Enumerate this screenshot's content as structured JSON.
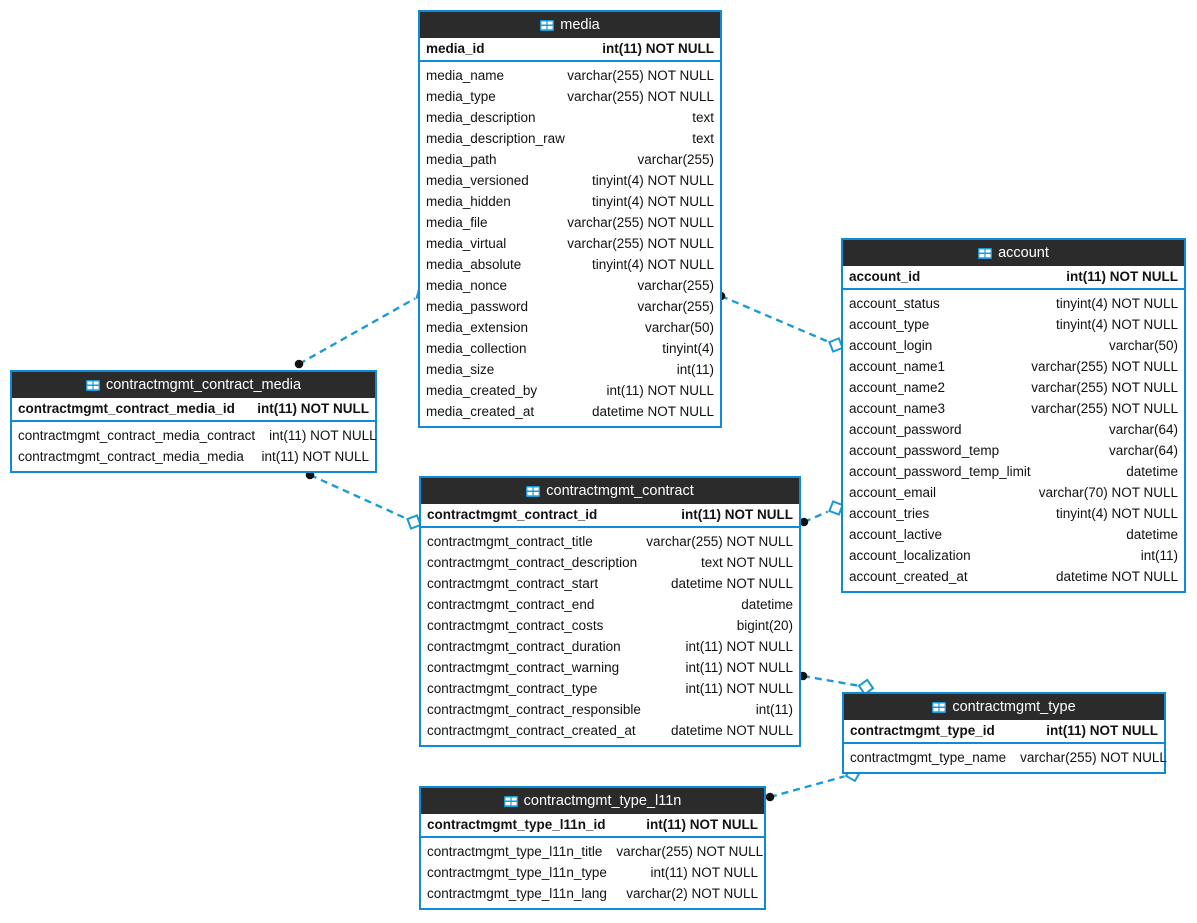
{
  "diagram": {
    "kind": "entity-relationship-diagram",
    "colors": {
      "header_bg": "#2b2b2b",
      "header_text": "#ffffff",
      "border": "#0d8bd9",
      "link": "#1b9ad6",
      "text": "#111111",
      "background": "#ffffff"
    },
    "icon": "table-icon"
  },
  "entities": [
    {
      "id": "media",
      "name": "media",
      "primary_key": {
        "name": "media_id",
        "type": "int(11) NOT NULL"
      },
      "columns": [
        {
          "name": "media_name",
          "type": "varchar(255) NOT NULL"
        },
        {
          "name": "media_type",
          "type": "varchar(255) NOT NULL"
        },
        {
          "name": "media_description",
          "type": "text"
        },
        {
          "name": "media_description_raw",
          "type": "text"
        },
        {
          "name": "media_path",
          "type": "varchar(255)"
        },
        {
          "name": "media_versioned",
          "type": "tinyint(4) NOT NULL"
        },
        {
          "name": "media_hidden",
          "type": "tinyint(4) NOT NULL"
        },
        {
          "name": "media_file",
          "type": "varchar(255) NOT NULL"
        },
        {
          "name": "media_virtual",
          "type": "varchar(255) NOT NULL"
        },
        {
          "name": "media_absolute",
          "type": "tinyint(4) NOT NULL"
        },
        {
          "name": "media_nonce",
          "type": "varchar(255)"
        },
        {
          "name": "media_password",
          "type": "varchar(255)"
        },
        {
          "name": "media_extension",
          "type": "varchar(50)"
        },
        {
          "name": "media_collection",
          "type": "tinyint(4)"
        },
        {
          "name": "media_size",
          "type": "int(11)"
        },
        {
          "name": "media_created_by",
          "type": "int(11) NOT NULL"
        },
        {
          "name": "media_created_at",
          "type": "datetime NOT NULL"
        }
      ]
    },
    {
      "id": "account",
      "name": "account",
      "primary_key": {
        "name": "account_id",
        "type": "int(11) NOT NULL"
      },
      "columns": [
        {
          "name": "account_status",
          "type": "tinyint(4) NOT NULL"
        },
        {
          "name": "account_type",
          "type": "tinyint(4) NOT NULL"
        },
        {
          "name": "account_login",
          "type": "varchar(50)"
        },
        {
          "name": "account_name1",
          "type": "varchar(255) NOT NULL"
        },
        {
          "name": "account_name2",
          "type": "varchar(255) NOT NULL"
        },
        {
          "name": "account_name3",
          "type": "varchar(255) NOT NULL"
        },
        {
          "name": "account_password",
          "type": "varchar(64)"
        },
        {
          "name": "account_password_temp",
          "type": "varchar(64)"
        },
        {
          "name": "account_password_temp_limit",
          "type": "datetime"
        },
        {
          "name": "account_email",
          "type": "varchar(70) NOT NULL"
        },
        {
          "name": "account_tries",
          "type": "tinyint(4) NOT NULL"
        },
        {
          "name": "account_lactive",
          "type": "datetime"
        },
        {
          "name": "account_localization",
          "type": "int(11)"
        },
        {
          "name": "account_created_at",
          "type": "datetime NOT NULL"
        }
      ]
    },
    {
      "id": "contractmgmt_contract_media",
      "name": "contractmgmt_contract_media",
      "primary_key": {
        "name": "contractmgmt_contract_media_id",
        "type": "int(11) NOT NULL"
      },
      "columns": [
        {
          "name": "contractmgmt_contract_media_contract",
          "type": "int(11) NOT NULL"
        },
        {
          "name": "contractmgmt_contract_media_media",
          "type": "int(11) NOT NULL"
        }
      ]
    },
    {
      "id": "contractmgmt_contract",
      "name": "contractmgmt_contract",
      "primary_key": {
        "name": "contractmgmt_contract_id",
        "type": "int(11) NOT NULL"
      },
      "columns": [
        {
          "name": "contractmgmt_contract_title",
          "type": "varchar(255) NOT NULL"
        },
        {
          "name": "contractmgmt_contract_description",
          "type": "text NOT NULL"
        },
        {
          "name": "contractmgmt_contract_start",
          "type": "datetime NOT NULL"
        },
        {
          "name": "contractmgmt_contract_end",
          "type": "datetime"
        },
        {
          "name": "contractmgmt_contract_costs",
          "type": "bigint(20)"
        },
        {
          "name": "contractmgmt_contract_duration",
          "type": "int(11) NOT NULL"
        },
        {
          "name": "contractmgmt_contract_warning",
          "type": "int(11) NOT NULL"
        },
        {
          "name": "contractmgmt_contract_type",
          "type": "int(11) NOT NULL"
        },
        {
          "name": "contractmgmt_contract_responsible",
          "type": "int(11)"
        },
        {
          "name": "contractmgmt_contract_created_at",
          "type": "datetime NOT NULL"
        }
      ]
    },
    {
      "id": "contractmgmt_type",
      "name": "contractmgmt_type",
      "primary_key": {
        "name": "contractmgmt_type_id",
        "type": "int(11) NOT NULL"
      },
      "columns": [
        {
          "name": "contractmgmt_type_name",
          "type": "varchar(255) NOT NULL"
        }
      ]
    },
    {
      "id": "contractmgmt_type_l11n",
      "name": "contractmgmt_type_l11n",
      "primary_key": {
        "name": "contractmgmt_type_l11n_id",
        "type": "int(11) NOT NULL"
      },
      "columns": [
        {
          "name": "contractmgmt_type_l11n_title",
          "type": "varchar(255) NOT NULL"
        },
        {
          "name": "contractmgmt_type_l11n_type",
          "type": "int(11) NOT NULL"
        },
        {
          "name": "contractmgmt_type_l11n_lang",
          "type": "varchar(2) NOT NULL"
        }
      ]
    }
  ],
  "relationships": [
    {
      "id": "rel-media-contractmedia",
      "from": "contractmgmt_contract_media",
      "to": "media",
      "dot": [
        299,
        364
      ],
      "diamond": [
        423,
        294
      ]
    },
    {
      "id": "rel-media-account",
      "from": "media",
      "to": "account",
      "dot": [
        721,
        296
      ],
      "diamond": [
        836,
        345
      ]
    },
    {
      "id": "rel-contract-contractmedia",
      "from": "contractmgmt_contract_media",
      "to": "contractmgmt_contract",
      "dot": [
        310,
        475
      ],
      "diamond": [
        414,
        522
      ]
    },
    {
      "id": "rel-contract-account",
      "from": "contractmgmt_contract",
      "to": "account",
      "dot": [
        804,
        522
      ],
      "diamond": [
        836,
        508
      ]
    },
    {
      "id": "rel-contract-type",
      "from": "contractmgmt_contract",
      "to": "contractmgmt_type",
      "dot": [
        803,
        676
      ],
      "diamond": [
        866,
        687
      ]
    },
    {
      "id": "rel-typel11n-type",
      "from": "contractmgmt_type_l11n",
      "to": "contractmgmt_type",
      "dot": [
        770,
        797
      ],
      "diamond": [
        853,
        774
      ]
    }
  ]
}
